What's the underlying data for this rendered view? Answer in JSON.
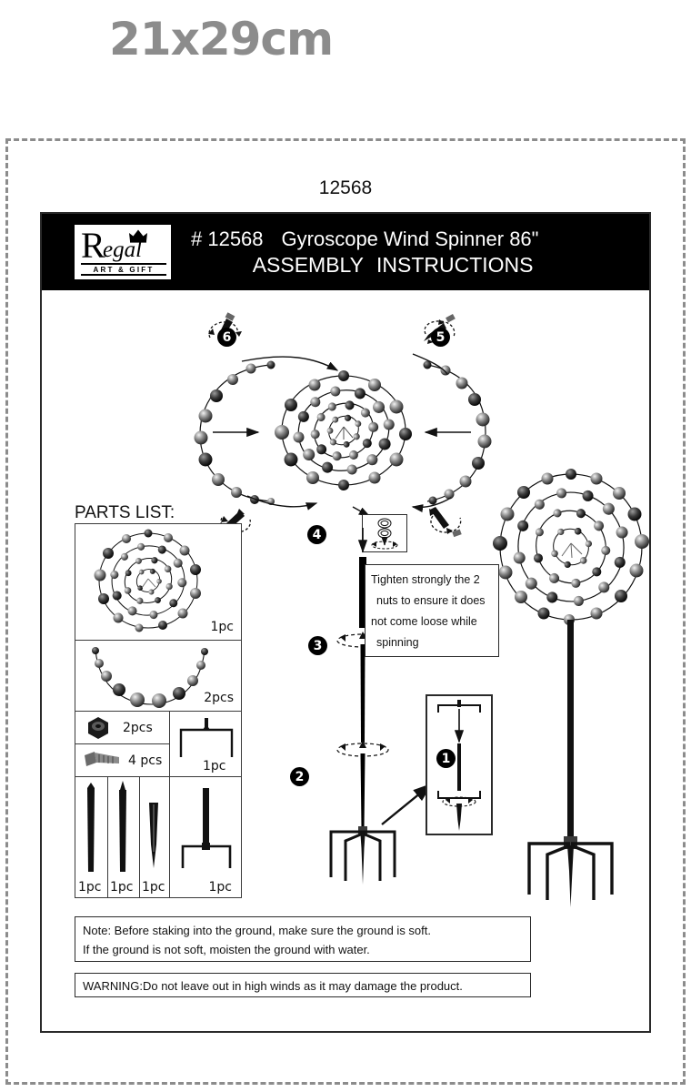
{
  "size_caption": "21x29cm",
  "sku_top": "12568",
  "header": {
    "logo": {
      "letter": "R",
      "script": "egal",
      "subtitle": "ART & GIFT",
      "crown_icon": "crown-icon"
    },
    "item_number": "# 12568",
    "product_name": "Gyroscope Wind Spinner 86\"",
    "doc_title_a": "ASSEMBLY",
    "doc_title_b": "INSTRUCTIONS"
  },
  "parts": {
    "label": "PARTS LIST:",
    "items": [
      {
        "name": "spinner-head",
        "qty": "1pc"
      },
      {
        "name": "beaded-arc",
        "qty": "2pcs"
      },
      {
        "name": "nut",
        "qty": "2pcs"
      },
      {
        "name": "screw",
        "qty": "4 pcs"
      },
      {
        "name": "pole-segment-upper",
        "qty": "1pc"
      },
      {
        "name": "pole-segment-middle",
        "qty": "1pc"
      },
      {
        "name": "ground-spike",
        "qty": "1pc"
      },
      {
        "name": "cross-bracket",
        "qty": "1pc"
      },
      {
        "name": "stake-base",
        "qty": "1pc"
      }
    ]
  },
  "steps": [
    {
      "number": "1"
    },
    {
      "number": "2"
    },
    {
      "number": "3"
    },
    {
      "number": "4"
    },
    {
      "number": "5"
    },
    {
      "number": "6"
    }
  ],
  "tighten_note": {
    "line1": "Tighten strongly the 2",
    "line2": "nuts to ensure it does",
    "line3": "not come loose while",
    "line4": "spinning"
  },
  "ground_note": {
    "line1": "Note: Before staking into the ground, make sure the ground is soft.",
    "line2": "If the ground is not soft, moisten the ground with water."
  },
  "warning": "WARNING:Do not leave out in high winds as it may damage the product.",
  "colors": {
    "frame_dash": "#8c8c8c",
    "titlebar_bg": "#000000",
    "titlebar_text": "#ffffff",
    "ink": "#111111",
    "paper": "#ffffff"
  }
}
